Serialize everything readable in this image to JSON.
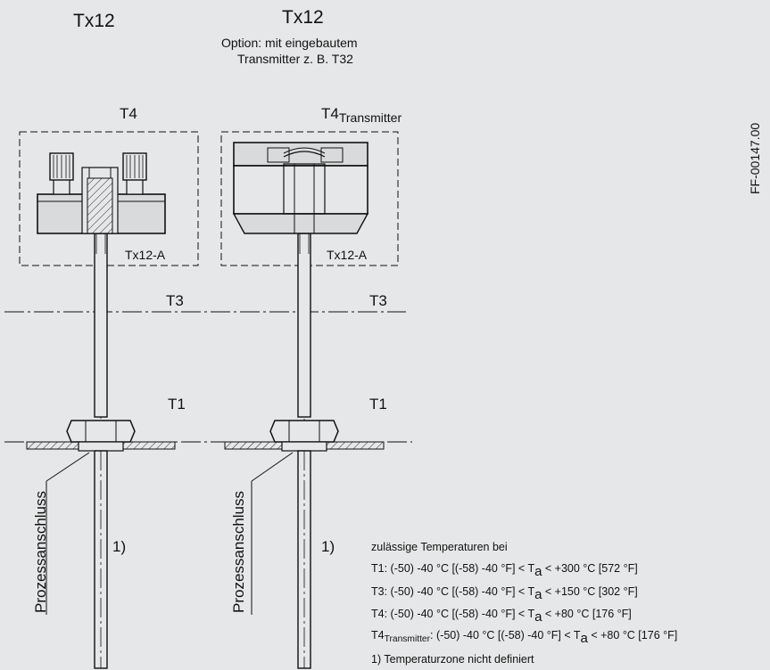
{
  "left_title": "Tx12",
  "right_title": "Tx12",
  "option_line1": "Option: mit eingebautem",
  "option_line2": "Transmitter z. B. T32",
  "zone_t4": "T4",
  "zone_t4_transmitter_main": "T4",
  "zone_t4_transmitter_sub": "Transmitter",
  "zone_t3": "T3",
  "zone_t1": "T1",
  "head_label": "Tx12-A",
  "process_label": "Prozessanschluss",
  "footnote_marker": "1)",
  "doc_code": "FF-00147.00",
  "temps": {
    "heading": "zulässige Temperaturen bei",
    "rows": [
      {
        "zone": "T1",
        "zone_sub": "",
        "pre": ": (-50) -40 °C [(-58) -40 °F] < T",
        "sub": "a",
        "post": " < +300 °C [572 °F]"
      },
      {
        "zone": "T3",
        "zone_sub": "",
        "pre": ": (-50) -40 °C [(-58) -40 °F] < T",
        "sub": "a",
        "post": " < +150 °C [302 °F]"
      },
      {
        "zone": "T4",
        "zone_sub": "",
        "pre": ": (-50) -40 °C [(-58) -40 °F] < T",
        "sub": "a",
        "post": " < +80 °C [176 °F]"
      },
      {
        "zone": "T4",
        "zone_sub": "Transmitter",
        "pre": ": (-50) -40 °C [(-58) -40 °F] < T",
        "sub": "a",
        "post": " < +80 °C [176 °F]"
      }
    ],
    "note": "1) Temperaturzone nicht definiert"
  }
}
